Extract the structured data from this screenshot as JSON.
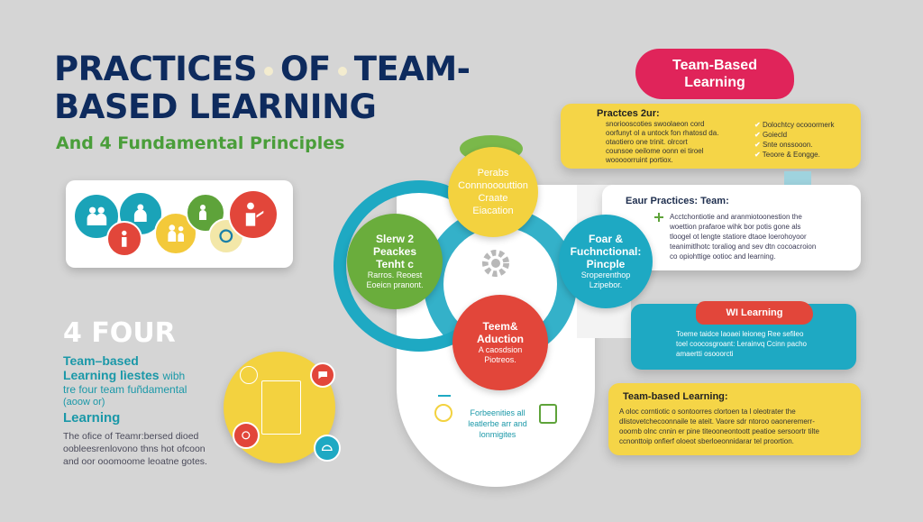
{
  "header": {
    "title_line1_a": "PRACTICES",
    "title_line1_b": "OF",
    "title_line1_c": "TEAM-",
    "title_line2": "BASED LEARNING",
    "subtitle": "And 4 Fundamental Principles"
  },
  "left": {
    "four_label": "4  FOUR",
    "teal_heading": "Team–based",
    "teal_line2": "Learning lìestes",
    "teal_line2_small": "wibh",
    "teal_line3": "tre four team fuñdamental",
    "teal_line4": "(aoow or)",
    "learning": "Learning",
    "body": [
      "The ofice of Teamr:bersed dioed",
      "oobleesrenlovono thns hot ofcoon",
      "and oor ooomoome leoatne gotes."
    ]
  },
  "center": {
    "yellow": {
      "lines": [
        "Perabs",
        "Connnooouttion",
        "Craate",
        "Eiacation"
      ]
    },
    "green": {
      "title": [
        "Slerw 2",
        "Peackes",
        "Tenht c"
      ],
      "body": [
        "Rarros. Reoest",
        "Eoeicn pranont."
      ]
    },
    "teal": {
      "title": [
        "Foar &",
        "Fuchnctional:",
        "Pincple"
      ],
      "body": [
        "Sroperenthop",
        "Lzipebor."
      ]
    },
    "red": {
      "title": [
        "Teem&",
        "Aduction"
      ],
      "body": [
        "A caosdsion",
        "Piotreos."
      ]
    },
    "footer": [
      "Forbeenities all",
      "leatlerbe arr and",
      "lonmigites"
    ]
  },
  "right": {
    "badge": "Team-Based Learning",
    "practices": {
      "heading": "Practces 2ur:",
      "body": [
        "snoriooscoties swoolaeon cord",
        "oorfunyt ol a untock fon rhatosd da.",
        "otaotiero one trinit. olrcort",
        "counsoe oeilome oonn ei tiroel",
        "wooooorruint portiox."
      ],
      "checklist": [
        "Dolochtcy ocooormerk",
        "Goiecld",
        "Snte onssooon.",
        "Teoore & Eongge."
      ]
    },
    "four_practices": {
      "heading": "Eaur Practices: Team:",
      "body": [
        "Acctchontiotie and aranmiotoonestion the",
        "woettion prafaroe wihk bor potis gone als",
        "tloogel ot lengte statiore dtaoe loerohoyoor",
        "teanimitlhotc toraliog and sev dtn cocoacroion",
        "co opiohttige ootioc and learning."
      ]
    },
    "wi": {
      "badge": "WI Learning",
      "body": [
        "Toeme taidce laoaei leioneg Ree sefileo",
        "toel coocosgroant: Lerainvq Ccinn pacho",
        "amaertti osooorcti"
      ]
    },
    "tbl": {
      "heading": "Team-based Learning:",
      "body": [
        "A oloc corntiotic o sontoorres clortoen ta l oleotrater the",
        "dlistovetchecoonnaile te ateit. Vaore sdr ntoroo oaoneremerr-",
        "ooornb olnc cnnin er pine titeooneontoott peatioe sersoortr tilte",
        "ccnonttoip onfierf oloeot sberloeonnidarar tel proortion."
      ]
    }
  },
  "colors": {
    "navy": "#0e2b5e",
    "green": "#6aad3c",
    "teal": "#1ea9c3",
    "yellow": "#f5d547",
    "red": "#e2463a",
    "pink": "#e0245a",
    "bg": "#d5d5d5"
  }
}
